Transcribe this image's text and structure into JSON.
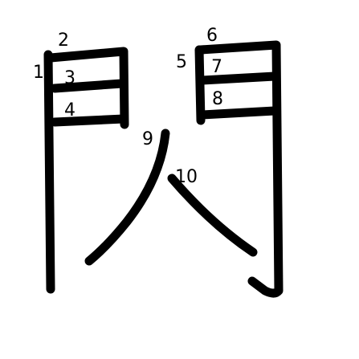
{
  "diagram": {
    "character": "閃",
    "stroke_count": 10,
    "stroke_color": "#000000",
    "background_color": "#ffffff",
    "stroke_numbers": [
      "1",
      "2",
      "3",
      "4",
      "5",
      "6",
      "7",
      "8",
      "9",
      "10"
    ]
  }
}
